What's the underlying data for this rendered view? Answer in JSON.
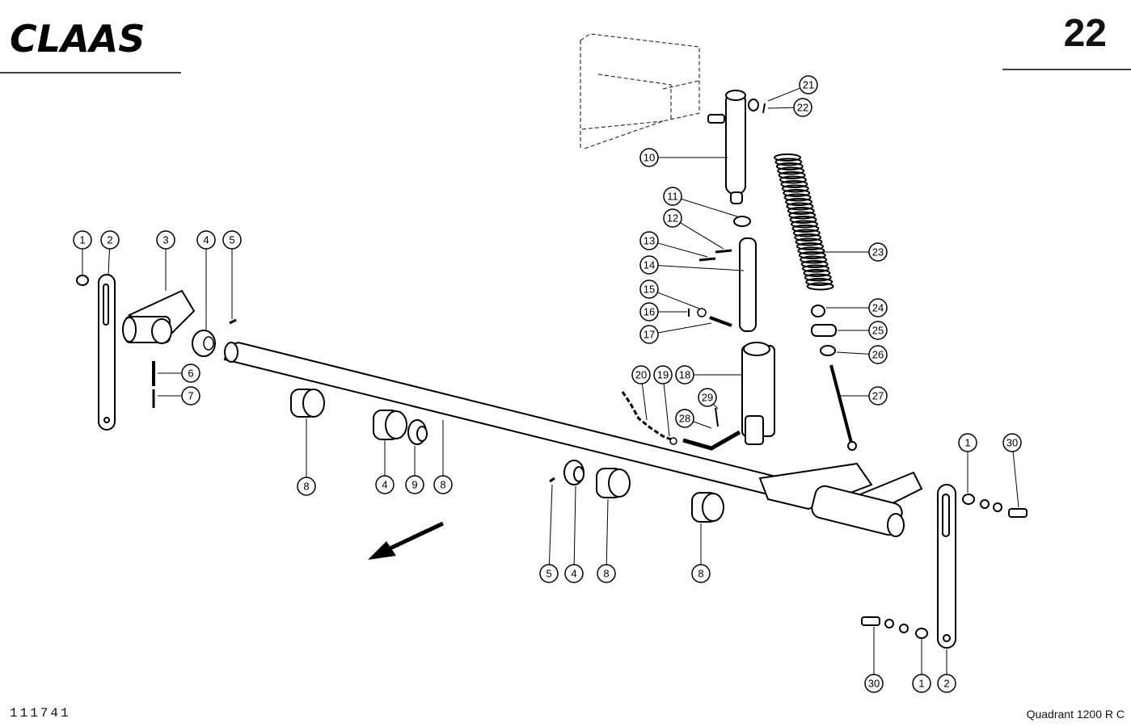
{
  "header": {
    "brand": "CLAAS",
    "page_number": "22"
  },
  "footer": {
    "drawing_number": "111741",
    "model": "Quadrant  1200 R C"
  },
  "callouts": [
    "1",
    "2",
    "3",
    "4",
    "5",
    "6",
    "7",
    "8",
    "4",
    "9",
    "8",
    "8",
    "5",
    "4",
    "8",
    "8",
    "10",
    "11",
    "12",
    "13",
    "14",
    "15",
    "16",
    "17",
    "18",
    "19",
    "20",
    "21",
    "22",
    "23",
    "24",
    "25",
    "26",
    "27",
    "28",
    "29",
    "1",
    "30",
    "30",
    "1",
    "2"
  ]
}
